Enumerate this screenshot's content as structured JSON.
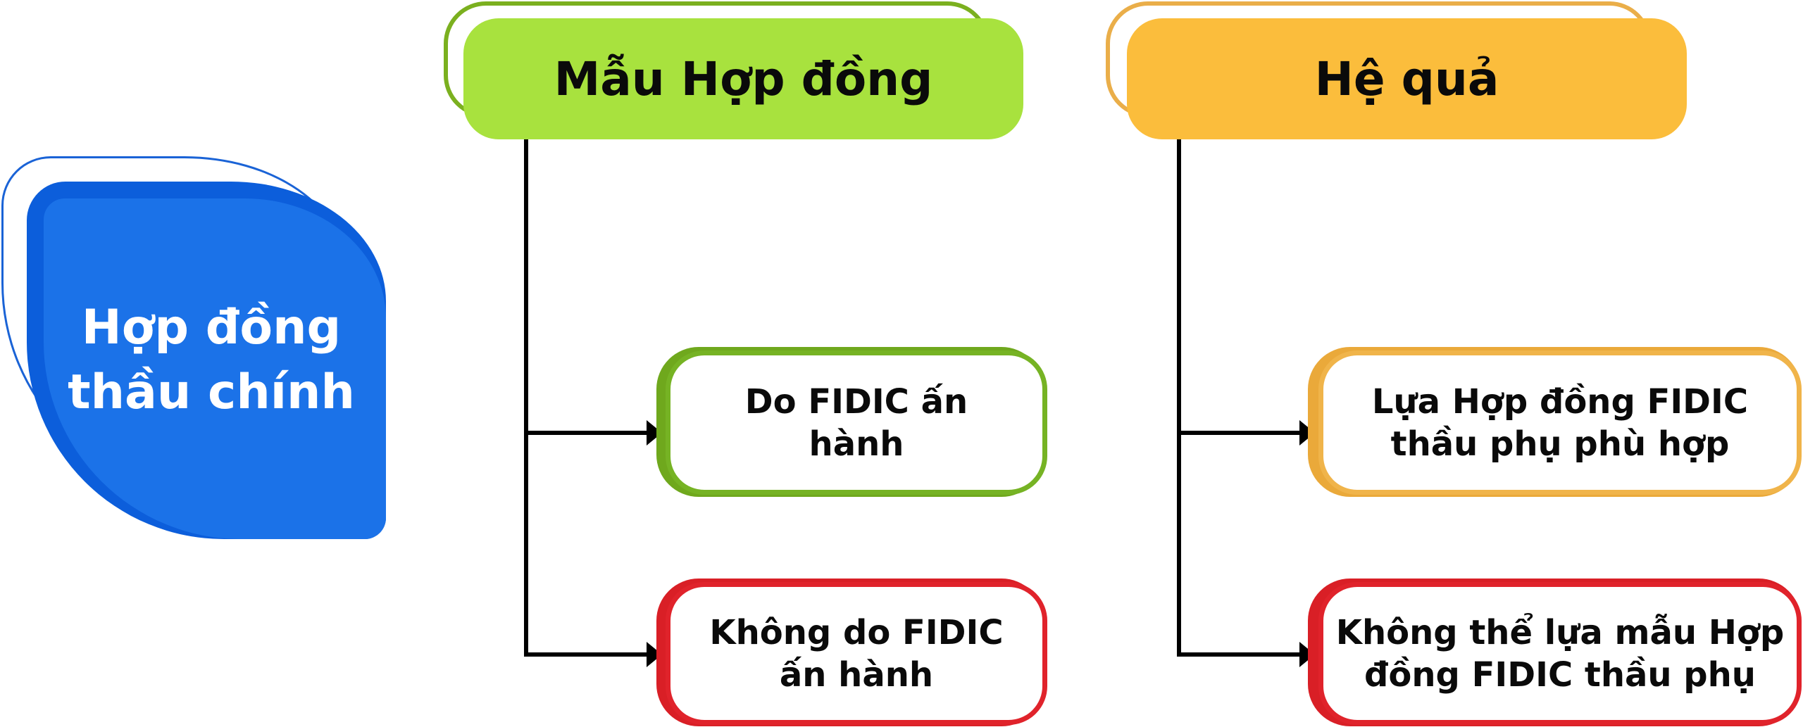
{
  "diagram": {
    "root": {
      "label": "Hợp đồng\nthầu chính",
      "color": "#1b72e8"
    },
    "columns": [
      {
        "header": "Mẫu Hợp đồng",
        "header_color": "#a8e23e",
        "items": [
          {
            "label": "Do FIDIC ấn\nhành",
            "border_color": "#76b324"
          },
          {
            "label": "Không do FIDIC\nấn hành",
            "border_color": "#e0232b"
          }
        ]
      },
      {
        "header": "Hệ quả",
        "header_color": "#fbbd3c",
        "items": [
          {
            "label": "Lựa Hợp đồng FIDIC\nthầu phụ phù hợp",
            "border_color": "#f0b44a"
          },
          {
            "label": "Không thể lựa mẫu Hợp\nđồng FIDIC thầu phụ",
            "border_color": "#e0232b"
          }
        ]
      }
    ]
  }
}
